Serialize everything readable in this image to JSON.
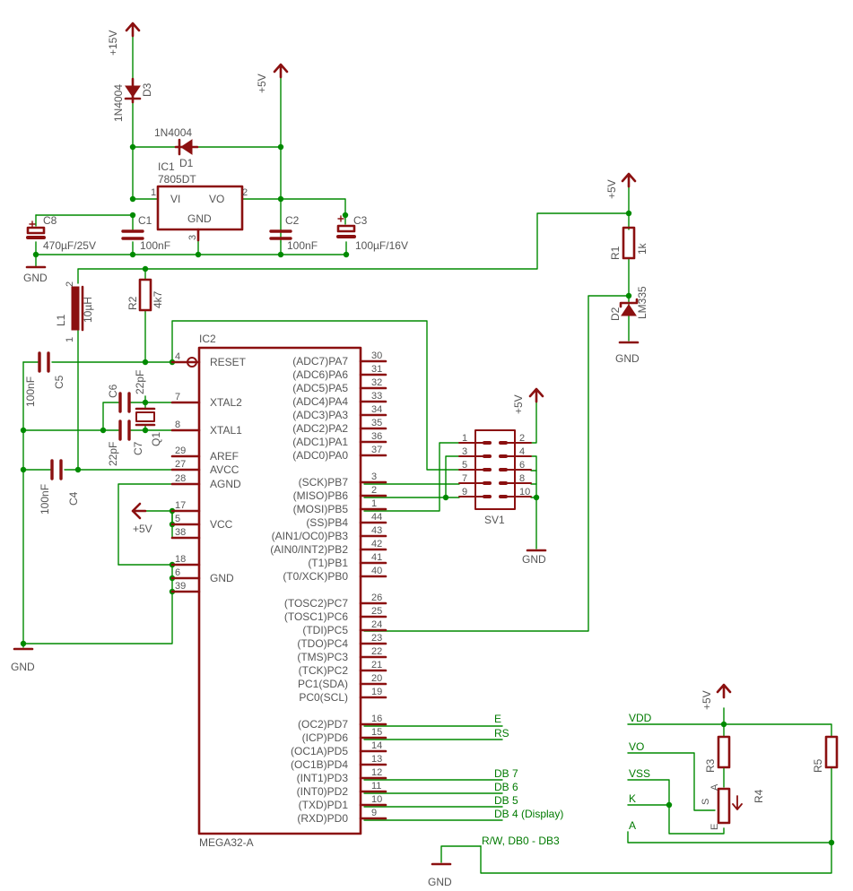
{
  "labels": {
    "p15v": "+15V",
    "p5v_top": "+5V",
    "p5v_r1": "+5V",
    "p5v_sv1": "+5V",
    "p5v_vcc": "+5V",
    "p5v_r3": "+5V",
    "gnd_left": "GND",
    "gnd_mid": "GND",
    "gnd_d2": "GND",
    "gnd_sv1": "GND",
    "gnd_bottom": "GND"
  },
  "parts": {
    "d3_name": "D3",
    "d3_value": "1N4004",
    "d1_name": "D1",
    "d1_value": "1N4004",
    "ic1_name": "IC1",
    "ic1_value": "7805DT",
    "ic1_vi": "VI",
    "ic1_vo": "VO",
    "ic1_gnd": "GND",
    "ic1_pin1": "1",
    "ic1_pin2": "2",
    "ic1_pin3": "3",
    "c8_name": "C8",
    "c8_value": "470µF/25V",
    "c1_name": "C1",
    "c1_value": "100nF",
    "c2_name": "C2",
    "c2_value": "100nF",
    "c3_name": "C3",
    "c3_value": "100µF/16V",
    "r1_name": "R1",
    "r1_value": "1k",
    "d2_name": "D2",
    "d2_value": "LM335",
    "r2_name": "R2",
    "r2_value": "4k7",
    "l1_name": "L1",
    "l1_value": "10µH",
    "l1_pin1": "1",
    "l1_pin2": "2",
    "c5_name": "C5",
    "c5_value": "100nF",
    "c6_name": "C6",
    "c6_value": "22pF",
    "c7_name": "C7",
    "c7_value": "22pF",
    "q1_name": "Q1",
    "c4_name": "C4",
    "c4_value": "100nF",
    "ic2_name": "IC2",
    "ic2_value": "MEGA32-A",
    "sv1_name": "SV1",
    "r3_name": "R3",
    "r4_name": "R4",
    "r5_name": "R5",
    "r4_a": "A",
    "r4_s": "S",
    "r4_e": "E"
  },
  "ic2_left_pins": [
    {
      "num": "4",
      "name": "RESET"
    },
    {
      "num": "7",
      "name": "XTAL2"
    },
    {
      "num": "8",
      "name": "XTAL1"
    },
    {
      "num": "29",
      "name": "AREF"
    },
    {
      "num": "27",
      "name": "AVCC"
    },
    {
      "num": "28",
      "name": "AGND"
    },
    {
      "num": "17",
      "name": ""
    },
    {
      "num": "5",
      "name": "VCC"
    },
    {
      "num": "38",
      "name": ""
    },
    {
      "num": "18",
      "name": ""
    },
    {
      "num": "6",
      "name": "GND"
    },
    {
      "num": "39",
      "name": ""
    }
  ],
  "ic2_right_pins": [
    {
      "num": "30",
      "name": "(ADC7)PA7"
    },
    {
      "num": "31",
      "name": "(ADC6)PA6"
    },
    {
      "num": "32",
      "name": "(ADC5)PA5"
    },
    {
      "num": "33",
      "name": "(ADC4)PA4"
    },
    {
      "num": "34",
      "name": "(ADC3)PA3"
    },
    {
      "num": "35",
      "name": "(ADC2)PA2"
    },
    {
      "num": "36",
      "name": "(ADC1)PA1"
    },
    {
      "num": "37",
      "name": "(ADC0)PA0"
    },
    {
      "num": "3",
      "name": "(SCK)PB7"
    },
    {
      "num": "2",
      "name": "(MISO)PB6"
    },
    {
      "num": "1",
      "name": "(MOSI)PB5"
    },
    {
      "num": "44",
      "name": "(SS)PB4"
    },
    {
      "num": "43",
      "name": "(AIN1/OC0)PB3"
    },
    {
      "num": "42",
      "name": "(AIN0/INT2)PB2"
    },
    {
      "num": "41",
      "name": "(T1)PB1"
    },
    {
      "num": "40",
      "name": "(T0/XCK)PB0"
    },
    {
      "num": "26",
      "name": "(TOSC2)PC7"
    },
    {
      "num": "25",
      "name": "(TOSC1)PC6"
    },
    {
      "num": "24",
      "name": "(TDI)PC5"
    },
    {
      "num": "23",
      "name": "(TDO)PC4"
    },
    {
      "num": "22",
      "name": "(TMS)PC3"
    },
    {
      "num": "21",
      "name": "(TCK)PC2"
    },
    {
      "num": "20",
      "name": "PC1(SDA)"
    },
    {
      "num": "19",
      "name": "PC0(SCL)"
    },
    {
      "num": "16",
      "name": "(OC2)PD7"
    },
    {
      "num": "15",
      "name": "(ICP)PD6"
    },
    {
      "num": "14",
      "name": "(OC1A)PD5"
    },
    {
      "num": "13",
      "name": "(OC1B)PD4"
    },
    {
      "num": "12",
      "name": "(INT1)PD3"
    },
    {
      "num": "11",
      "name": "(INT0)PD2"
    },
    {
      "num": "10",
      "name": "(TXD)PD1"
    },
    {
      "num": "9",
      "name": "(RXD)PD0"
    }
  ],
  "sv1_pins": [
    "1",
    "2",
    "3",
    "4",
    "5",
    "6",
    "7",
    "8",
    "9",
    "10"
  ],
  "signals": {
    "e": "E",
    "rs": "RS",
    "db7": "DB 7",
    "db6": "DB 6",
    "db5": "DB 5",
    "db4": "DB 4 (Display)",
    "vdd": "VDD",
    "vo": "VO",
    "vss": "VSS",
    "k": "K",
    "a": "A",
    "rw": "R/W,  DB0 - DB3"
  }
}
